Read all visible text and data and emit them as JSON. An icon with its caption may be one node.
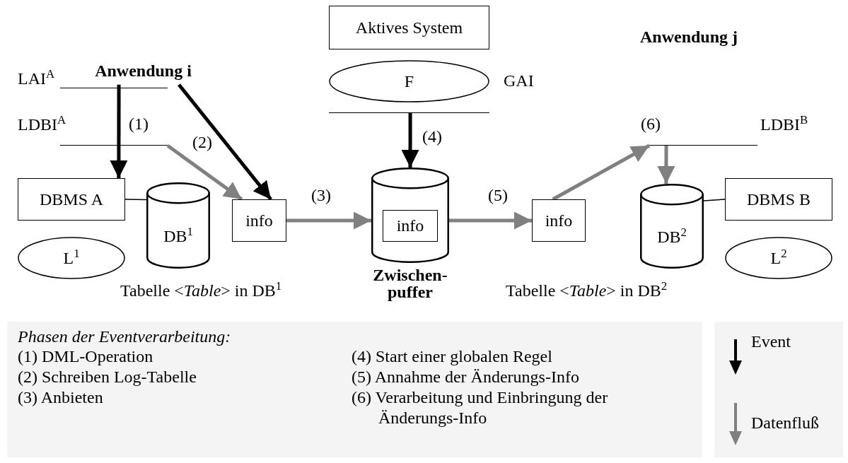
{
  "diagram": {
    "nodes": [
      {
        "text": [
          "Anwendung i"
        ]
      },
      {
        "text": [
          "Aktives System"
        ]
      },
      {
        "text": [
          "F"
        ]
      },
      {
        "text": [],
        "shape": "bar",
        "beside": [
          "LAI$^{A}$"
        ]
      },
      {
        "text": [],
        "shape": "bar",
        "beside": [
          "LDBI$^{A}$"
        ]
      },
      {
        "text": [],
        "shape": "bar"
      },
      {
        "text": [],
        "shape": "bar",
        "beside": [
          "LDBI$^{B}$"
        ]
      },
      {
        "text": [
          "DBMS A"
        ]
      },
      {
        "text": [
          "DB$^{1}$"
        ]
      },
      {
        "text": [
          "info"
        ]
      },
      {
        "text": [
          "Zwischen- puffer"
        ]
      },
      {
        "text": [
          "info"
        ],
        "in": 10
      },
      {
        "text": [
          "info"
        ]
      },
      {
        "text": [
          "DB$^{2}$"
        ]
      },
      {
        "text": [
          "DBMS B"
        ]
      },
      {
        "text": [
          "L$^{1}$"
        ]
      },
      {
        "text": [
          "L$^{2}$"
        ]
      }
    ],
    "edges": [
      {
        "from": 0,
        "to": 7,
        "arrow": "to",
        "label": "(1)"
      },
      {
        "from": 0,
        "to": 9,
        "arrow": "to"
      },
      {
        "from": 4,
        "to": 9,
        "arrow": "to",
        "label": "(2)",
        "color": "#808080"
      },
      {
        "from": 9,
        "to": 10,
        "arrow": "to",
        "label": "(3)",
        "color": "#808080"
      },
      {
        "from": 5,
        "to": 10,
        "arrow": "to",
        "label": "(4)"
      },
      {
        "from": 10,
        "to": 12,
        "arrow": "to",
        "label": "(5)",
        "color": "#808080"
      },
      {
        "from": 12,
        "to": 6,
        "arrow": "to",
        "label": "(6)",
        "color": "#808080"
      },
      {
        "from": 6,
        "to": 13,
        "arrow": "to",
        "color": "#808080"
      },
      {
        "from": 7,
        "to": 8,
        "arrow": "none"
      },
      {
        "from": 13,
        "to": 14,
        "arrow": "none"
      }
    ],
    "labels": [
      "Anwendung j",
      "GAI",
      "Tabelle <*Table*> in DB$^{1}$",
      "Tabelle <*Table*> in DB$^{2}$",
      "Phasen der Eventverarbeitung:",
      "(1) DML-Operation",
      "(4) Start einer globalen Regel",
      "(2) Schreiben Log-Tabelle",
      "(5) Annahme der Änderungs-Info",
      "(3) Anbieten",
      "(6) Verarbeitung und Einbringung der Änderungs-Info"
    ],
    "legend": [
      {
        "text": "Event"
      },
      {
        "text": "Datenfluß"
      }
    ]
  }
}
